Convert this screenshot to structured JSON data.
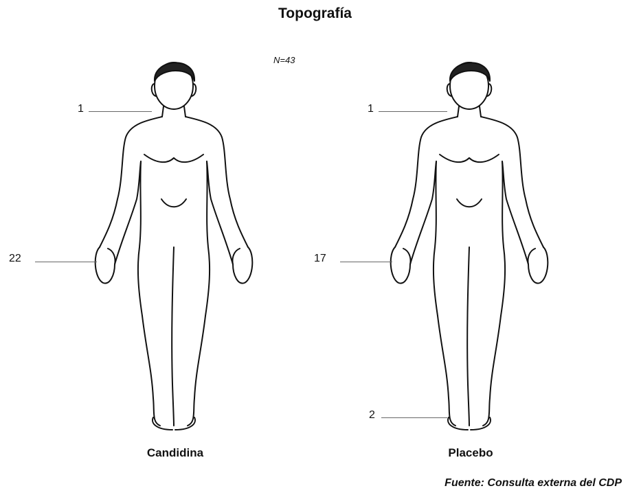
{
  "title": "Topografía",
  "n_label": "N=43",
  "figures": [
    {
      "caption": "Candidina",
      "counts": {
        "neck": "1",
        "hand": "22"
      }
    },
    {
      "caption": "Placebo",
      "counts": {
        "neck": "1",
        "hand": "17",
        "foot": "2"
      }
    }
  ],
  "source": "Fuente: Consulta externa del CDP",
  "colors": {
    "outline": "#111111",
    "leader": "#666666"
  }
}
